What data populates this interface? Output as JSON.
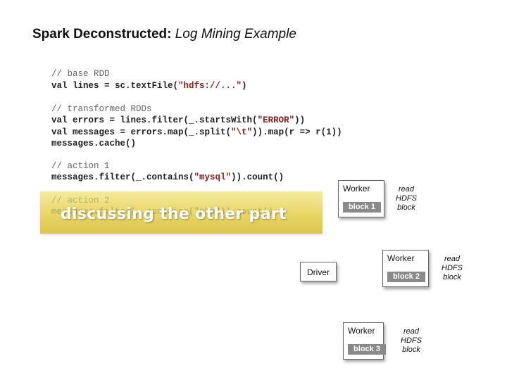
{
  "title": {
    "bold": "Spark Deconstructed:",
    "italic": "Log Mining Example"
  },
  "code": {
    "comment1": "// base RDD",
    "line1_pre": "val lines = sc.textFile(",
    "line1_str": "\"hdfs://...\"",
    "line1_post": ")",
    "comment2": "// transformed RDDs",
    "line2_pre": "val errors = lines.filter(_.startsWith(",
    "line2_str": "\"ERROR\"",
    "line2_post": "))",
    "line3_pre": "val messages = errors.map(_.split(",
    "line3_str": "\"\\t\"",
    "line3_post": ")).map(r => r(1))",
    "line4": "messages.cache()",
    "comment3": "// action 1",
    "line5_pre": "messages.filter(_.contains(",
    "line5_str": "\"mysql\"",
    "line5_post": ")).count()",
    "comment4": "// action 2",
    "line6": "messages.filter(_.contains(\"php\")).count()"
  },
  "overlay": {
    "text": "discussing the other part"
  },
  "diagram": {
    "driver_label": "Driver",
    "workers": [
      {
        "label": "Worker",
        "block": "block 1",
        "note": [
          "read",
          "HDFS",
          "block"
        ]
      },
      {
        "label": "Worker",
        "block": "block 2",
        "note": [
          "read",
          "HDFS",
          "block"
        ]
      },
      {
        "label": "Worker",
        "block": "block 3",
        "note": [
          "read",
          "HDFS",
          "block"
        ]
      }
    ]
  }
}
